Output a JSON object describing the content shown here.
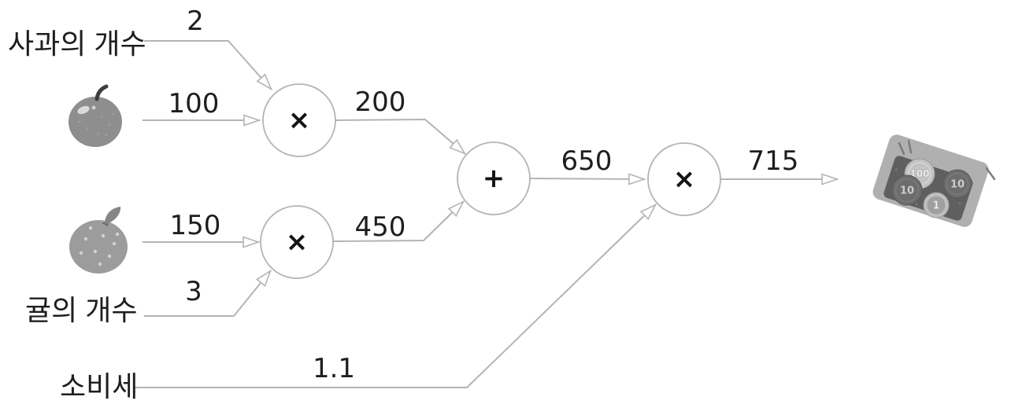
{
  "diagram": {
    "inputs": {
      "apple_count": {
        "label": "사과의 개수",
        "value": "2"
      },
      "apple_price": {
        "value": "100"
      },
      "orange_count": {
        "label": "귤의 개수",
        "value": "3"
      },
      "orange_price": {
        "value": "150"
      },
      "tax": {
        "label": "소비세",
        "value": "1.1"
      }
    },
    "operators": {
      "apple_multiply": "×",
      "orange_multiply": "×",
      "add": "+",
      "tax_multiply": "×"
    },
    "values": {
      "apple_subtotal": "200",
      "orange_subtotal": "450",
      "subtotal": "650",
      "total": "715"
    },
    "money_tray": {
      "coin_100": "100",
      "coin_10_left": "10",
      "coin_10_right": "10",
      "coin_1": "1"
    },
    "colors": {
      "line": "#b4b4b4",
      "text": "#1e1e1e",
      "fruit": "#919191",
      "tray": "#b0b0b0",
      "tray_mat": "#5f5f5f"
    }
  }
}
